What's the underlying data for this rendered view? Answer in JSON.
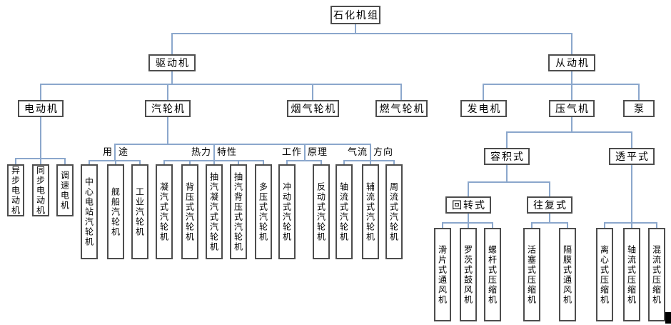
{
  "colors": {
    "connector": "#8ba7cc",
    "box_border": "#4d4d4d",
    "text": "#000000",
    "background": "#ffffff"
  },
  "nodes": {
    "root": "石化机组",
    "driver": "驱动机",
    "driven": "从动机",
    "motor": "电动机",
    "steam_turbine": "汽轮机",
    "flue_gas_turbine": "烟气轮机",
    "gas_turbine": "燃气轮机",
    "generator": "发电机",
    "compressor": "压气机",
    "pump": "泵",
    "async_motor": "异步电动机",
    "sync_motor": "同步电动机",
    "speed_motor": "调速电机",
    "central_station_turbine": "中心电站汽轮机",
    "marine_turbine": "舰船汽轮机",
    "industrial_turbine": "工业汽轮机",
    "condensing_turbine": "凝汽式汽轮机",
    "backpressure_turbine": "背压式汽轮机",
    "extraction_condensing_turbine": "抽汽凝汽式汽轮机",
    "extraction_backpressure_turbine": "抽汽背压式汽轮机",
    "multipressure_turbine": "多压式汽轮机",
    "impulse_turbine": "冲动式汽轮机",
    "reaction_turbine": "反动式汽轮机",
    "axial_flow_turbine": "轴流式汽轮机",
    "auxiliary_flow_turbine": "辅流式汽轮机",
    "peripheral_flow_turbine": "周流式汽轮机",
    "volumetric": "容积式",
    "turbo": "透平式",
    "rotary": "回转式",
    "reciprocating": "往复式",
    "sliding_vane_fan": "滑片式通风机",
    "roots_blower": "罗茨式鼓风机",
    "screw_compressor": "螺杆式压缩机",
    "piston_compressor": "活塞式压缩机",
    "diaphragm_fan": "隔膜式通风机",
    "centrifugal_compressor": "离心式压缩机",
    "axial_compressor": "轴流式压缩机",
    "mixed_flow_compressor": "混流式压缩机"
  },
  "category_labels": {
    "use": {
      "left": "用",
      "right": "途"
    },
    "thermal": {
      "left": "热力",
      "right": "特性"
    },
    "principle": {
      "left": "工作",
      "right": "原理"
    },
    "airflow": {
      "left": "气流",
      "right": "方向"
    }
  }
}
